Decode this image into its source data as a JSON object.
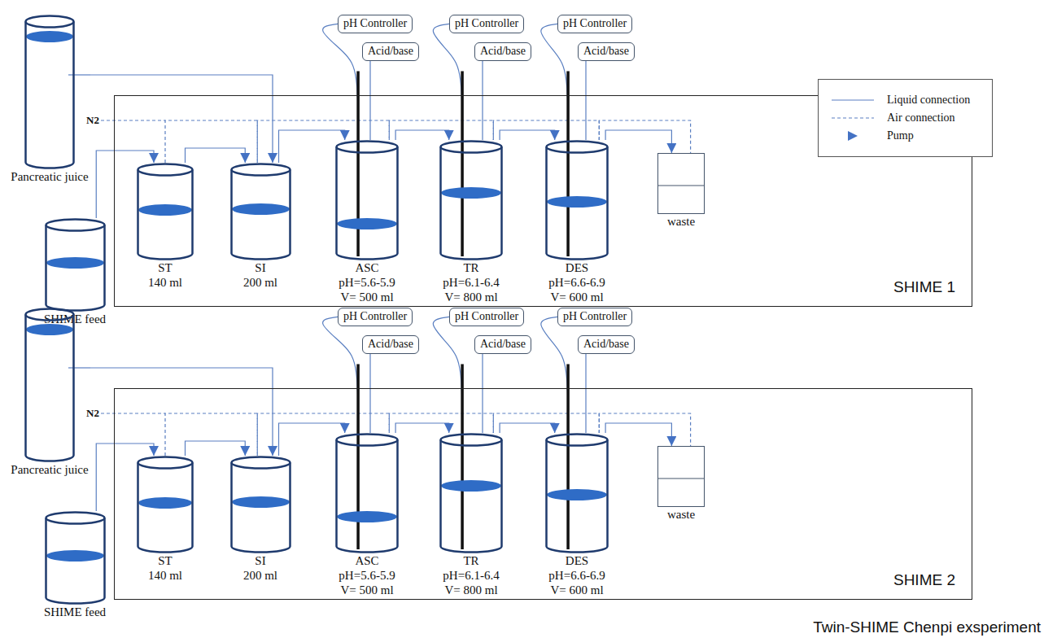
{
  "diagram": {
    "caption": "Twin-SHIME Chenpi exsperiment",
    "nodes": [
      {
        "text": [
          "SHIME 1"
        ]
      },
      {
        "text": [
          "Pancreatic juice"
        ]
      },
      {
        "text": [
          "SHIME feed"
        ]
      },
      {
        "text": [
          "ST",
          "140 ml"
        ],
        "in": 0
      },
      {
        "text": [
          "SI",
          "200 ml"
        ],
        "in": 0
      },
      {
        "text": [
          "ASC",
          "pH=5.6-5.9",
          "V= 500 ml"
        ],
        "in": 0
      },
      {
        "text": [
          "TR",
          "pH=6.1-6.4",
          "V= 800 ml"
        ],
        "in": 0
      },
      {
        "text": [
          "DES",
          "pH=6.6-6.9",
          "V= 600 ml"
        ],
        "in": 0
      },
      {
        "text": [
          "waste"
        ],
        "in": 0
      },
      {
        "text": [
          "pH Controller"
        ]
      },
      {
        "text": [
          "Acid/base"
        ]
      },
      {
        "text": [
          "pH Controller"
        ]
      },
      {
        "text": [
          "Acid/base"
        ]
      },
      {
        "text": [
          "pH Controller"
        ]
      },
      {
        "text": [
          "Acid/base"
        ]
      },
      {
        "text": [
          "SHIME 2"
        ]
      },
      {
        "text": [
          "Pancreatic juice"
        ]
      },
      {
        "text": [
          "SHIME feed"
        ]
      },
      {
        "text": [
          "ST",
          "140 ml"
        ],
        "in": 15
      },
      {
        "text": [
          "SI",
          "200 ml"
        ],
        "in": 15
      },
      {
        "text": [
          "ASC",
          "pH=5.6-5.9",
          "V= 500 ml"
        ],
        "in": 15
      },
      {
        "text": [
          "TR",
          "pH=6.1-6.4",
          "V= 800 ml"
        ],
        "in": 15
      },
      {
        "text": [
          "DES",
          "pH=6.6-6.9",
          "V= 600 ml"
        ],
        "in": 15
      },
      {
        "text": [
          "waste"
        ],
        "in": 15
      },
      {
        "text": [
          "pH Controller"
        ]
      },
      {
        "text": [
          "Acid/base"
        ]
      },
      {
        "text": [
          "pH Controller"
        ]
      },
      {
        "text": [
          "Acid/base"
        ]
      },
      {
        "text": [
          "pH Controller"
        ]
      },
      {
        "text": [
          "Acid/base"
        ]
      }
    ],
    "edges": [
      {
        "from": 2,
        "to": 3,
        "arrow": "to"
      },
      {
        "from": 1,
        "to": 4,
        "arrow": "to"
      },
      {
        "from": 3,
        "to": 4,
        "arrow": "to"
      },
      {
        "from": 4,
        "to": 5,
        "arrow": "to"
      },
      {
        "from": 5,
        "to": 6,
        "arrow": "to"
      },
      {
        "from": 6,
        "to": 7,
        "arrow": "to"
      },
      {
        "from": 7,
        "to": 8,
        "arrow": "to"
      },
      {
        "from": 3,
        "to": 4,
        "arrow": "none"
      },
      {
        "from": 4,
        "to": 5,
        "arrow": "none"
      },
      {
        "from": 5,
        "to": 6,
        "arrow": "none"
      },
      {
        "from": 6,
        "to": 7,
        "arrow": "none"
      },
      {
        "from": 7,
        "to": 8,
        "arrow": "none"
      },
      {
        "from": 9,
        "to": 5,
        "arrow": "none"
      },
      {
        "from": 10,
        "to": 5,
        "arrow": "none"
      },
      {
        "from": 11,
        "to": 6,
        "arrow": "none"
      },
      {
        "from": 12,
        "to": 6,
        "arrow": "none"
      },
      {
        "from": 13,
        "to": 7,
        "arrow": "none"
      },
      {
        "from": 14,
        "to": 7,
        "arrow": "none"
      },
      {
        "from": 17,
        "to": 18,
        "arrow": "to"
      },
      {
        "from": 16,
        "to": 19,
        "arrow": "to"
      },
      {
        "from": 18,
        "to": 19,
        "arrow": "to"
      },
      {
        "from": 19,
        "to": 20,
        "arrow": "to"
      },
      {
        "from": 20,
        "to": 21,
        "arrow": "to"
      },
      {
        "from": 21,
        "to": 22,
        "arrow": "to"
      },
      {
        "from": 22,
        "to": 23,
        "arrow": "to"
      },
      {
        "from": 18,
        "to": 19,
        "arrow": "none"
      },
      {
        "from": 19,
        "to": 20,
        "arrow": "none"
      },
      {
        "from": 20,
        "to": 21,
        "arrow": "none"
      },
      {
        "from": 21,
        "to": 22,
        "arrow": "none"
      },
      {
        "from": 22,
        "to": 23,
        "arrow": "none"
      },
      {
        "from": 24,
        "to": 20,
        "arrow": "none"
      },
      {
        "from": 25,
        "to": 20,
        "arrow": "none"
      },
      {
        "from": 26,
        "to": 21,
        "arrow": "none"
      },
      {
        "from": 27,
        "to": 21,
        "arrow": "none"
      },
      {
        "from": 28,
        "to": 22,
        "arrow": "none"
      },
      {
        "from": 29,
        "to": 22,
        "arrow": "none"
      }
    ],
    "labels": [
      "N2",
      "N2"
    ],
    "legend": [
      {
        "text": "Liquid connection"
      },
      {
        "text": "Air connection"
      },
      {
        "text": "Pump"
      }
    ]
  }
}
